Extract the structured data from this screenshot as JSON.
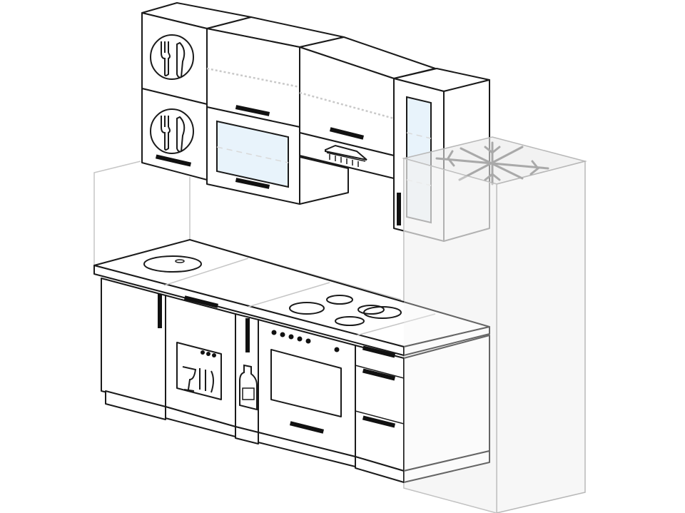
{
  "drawing": {
    "kind": "kitchen-elevation-sketch",
    "colors": {
      "line": "#1a1a1a",
      "glass": "#e8f3fb",
      "ghost_fridge": "#f1f1f1",
      "wall": "#c6c6c6"
    },
    "icons": [
      "fork-knife-icon",
      "fork-knife-icon",
      "range-hood-icon",
      "snowflake-icon",
      "wine-glass-icon",
      "bottle-icon"
    ],
    "appliances": [
      "sink",
      "cooktop",
      "oven",
      "dishwasher",
      "refrigerator"
    ],
    "cooktop_burners": 5,
    "oven_knobs": 5,
    "dishwasher_indicators": 3
  }
}
